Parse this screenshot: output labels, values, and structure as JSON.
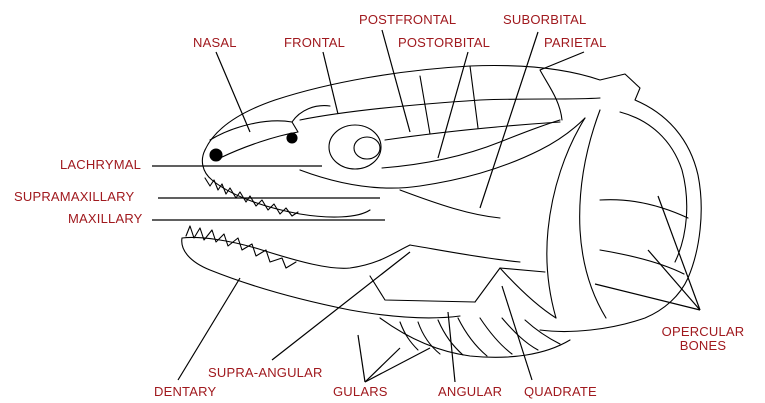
{
  "diagram": {
    "label_color": "#a0191e",
    "line_color": "#000000",
    "labels": {
      "nasal": "NASAL",
      "frontal": "FRONTAL",
      "postfrontal": "POSTFRONTAL",
      "suborbital": "SUBORBITAL",
      "postorbital": "POSTORBITAL",
      "parietal": "PARIETAL",
      "lachrymal": "LACHRYMAL",
      "supramaxillary": "SUPRAMAXILLARY",
      "maxillary": "MAXILLARY",
      "opercular_1": "OPERCULAR",
      "opercular_2": "BONES",
      "supra_angular": "SUPRA-ANGULAR",
      "dentary": "DENTARY",
      "gulars": "GULARS",
      "angular": "ANGULAR",
      "quadrate": "QUADRATE"
    }
  }
}
